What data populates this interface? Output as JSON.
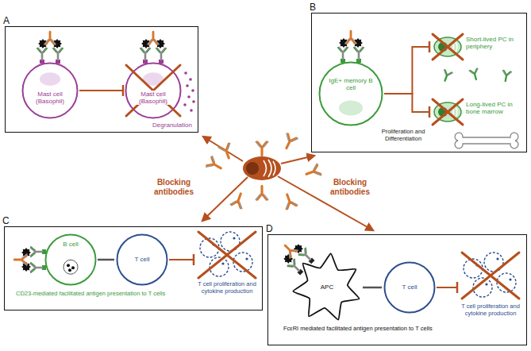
{
  "diagram": {
    "nodes": [
      {
        "text": [
          "A"
        ]
      },
      {
        "text": [
          "Mast cell (Basophil)"
        ],
        "in": 0
      },
      {
        "text": [
          "Mast cell (Basophil)"
        ],
        "in": 0
      },
      {
        "text": [
          "B"
        ]
      },
      {
        "text": [
          "IgE+ memory B cell"
        ],
        "in": 3
      },
      {
        "text": [
          "Short-lived PC in periphery"
        ],
        "in": 3
      },
      {
        "text": [
          "Long-lived PC in bone marrow"
        ],
        "in": 3
      },
      {
        "text": [
          "C"
        ]
      },
      {
        "text": [
          "B cell"
        ],
        "in": 7
      },
      {
        "text": [
          "T cell"
        ],
        "in": 7
      },
      {
        "text": [
          "T cell proliferation and cytokine production"
        ],
        "in": 7
      },
      {
        "text": [
          "D"
        ]
      },
      {
        "text": [
          "APC"
        ],
        "in": 11
      },
      {
        "text": [
          "T cell"
        ],
        "in": 11
      },
      {
        "text": [
          "T cell proliferation and cytokine production"
        ],
        "in": 11
      }
    ],
    "edges": [
      {
        "from": 1,
        "to": 2,
        "arrow": "to"
      },
      {
        "from": 4,
        "to": 5,
        "arrow": "to"
      },
      {
        "from": 4,
        "to": 6,
        "arrow": "to"
      },
      {
        "from": 8,
        "to": 9,
        "arrow": "none"
      },
      {
        "from": 9,
        "to": 10,
        "arrow": "to"
      },
      {
        "from": 12,
        "to": 13,
        "arrow": "none"
      },
      {
        "from": 13,
        "to": 14,
        "arrow": "to"
      }
    ],
    "labels": [
      "Blocking antibodies",
      "Blocking antibodies",
      "Degranulation",
      "Proliferation and Differentiation",
      "CD23-mediated facilitated antigen presentation to T cells",
      "FcεRI mediated facilitated antigen presentation to T cells"
    ]
  }
}
